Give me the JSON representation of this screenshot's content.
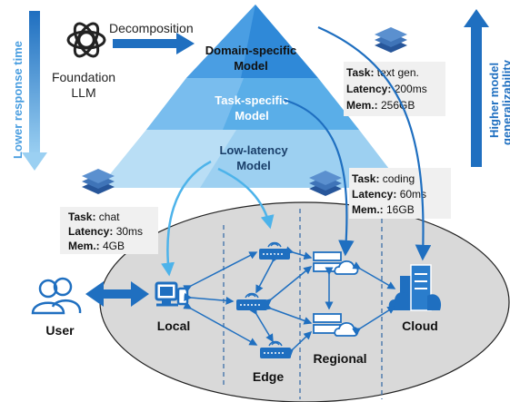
{
  "left_arrow_label": "Lower response time",
  "right_arrow_label_line1": "Higher model",
  "right_arrow_label_line2": "generalizability",
  "foundation": {
    "decomposition_label": "Decomposition",
    "line1": "Foundation",
    "line2": "LLM"
  },
  "pyramid": {
    "top": [
      "Domain-specific",
      "Model"
    ],
    "middle": [
      "Task-specific",
      "Model"
    ],
    "bottom": [
      "Low-latency",
      "Model"
    ]
  },
  "cards": {
    "cloud": {
      "task_key": "Task:",
      "task_val": " text gen.",
      "latency_key": "Latency:",
      "latency_val": " 200ms",
      "mem_key": "Mem.:",
      "mem_val": " 256GB"
    },
    "regional": {
      "task_key": "Task:",
      "task_val": " coding",
      "latency_key": "Latency:",
      "latency_val": " 60ms",
      "mem_key": "Mem.:",
      "mem_val": " 16GB"
    },
    "local": {
      "task_key": "Task:",
      "task_val": " chat",
      "latency_key": "Latency:",
      "latency_val": " 30ms",
      "mem_key": "Mem.:",
      "mem_val": " 4GB"
    }
  },
  "tiers": {
    "user": "User",
    "local": "Local",
    "edge": "Edge",
    "regional": "Regional",
    "cloud": "Cloud"
  },
  "colors": {
    "accent": "#1f6fc0",
    "pyramid_top": "#2e86d6",
    "pyramid_mid": "#4aa3e3",
    "pyramid_bottom": "#8fcaf0",
    "ellipse": "#d9d9d9",
    "arrow_light": "#4db3ea"
  },
  "icons": [
    "openai-logo-icon",
    "layers-stack-icon",
    "user-icon",
    "laptop-phone-icon",
    "router-icon",
    "server-cloud-icon",
    "cloud-datacenter-icon"
  ]
}
